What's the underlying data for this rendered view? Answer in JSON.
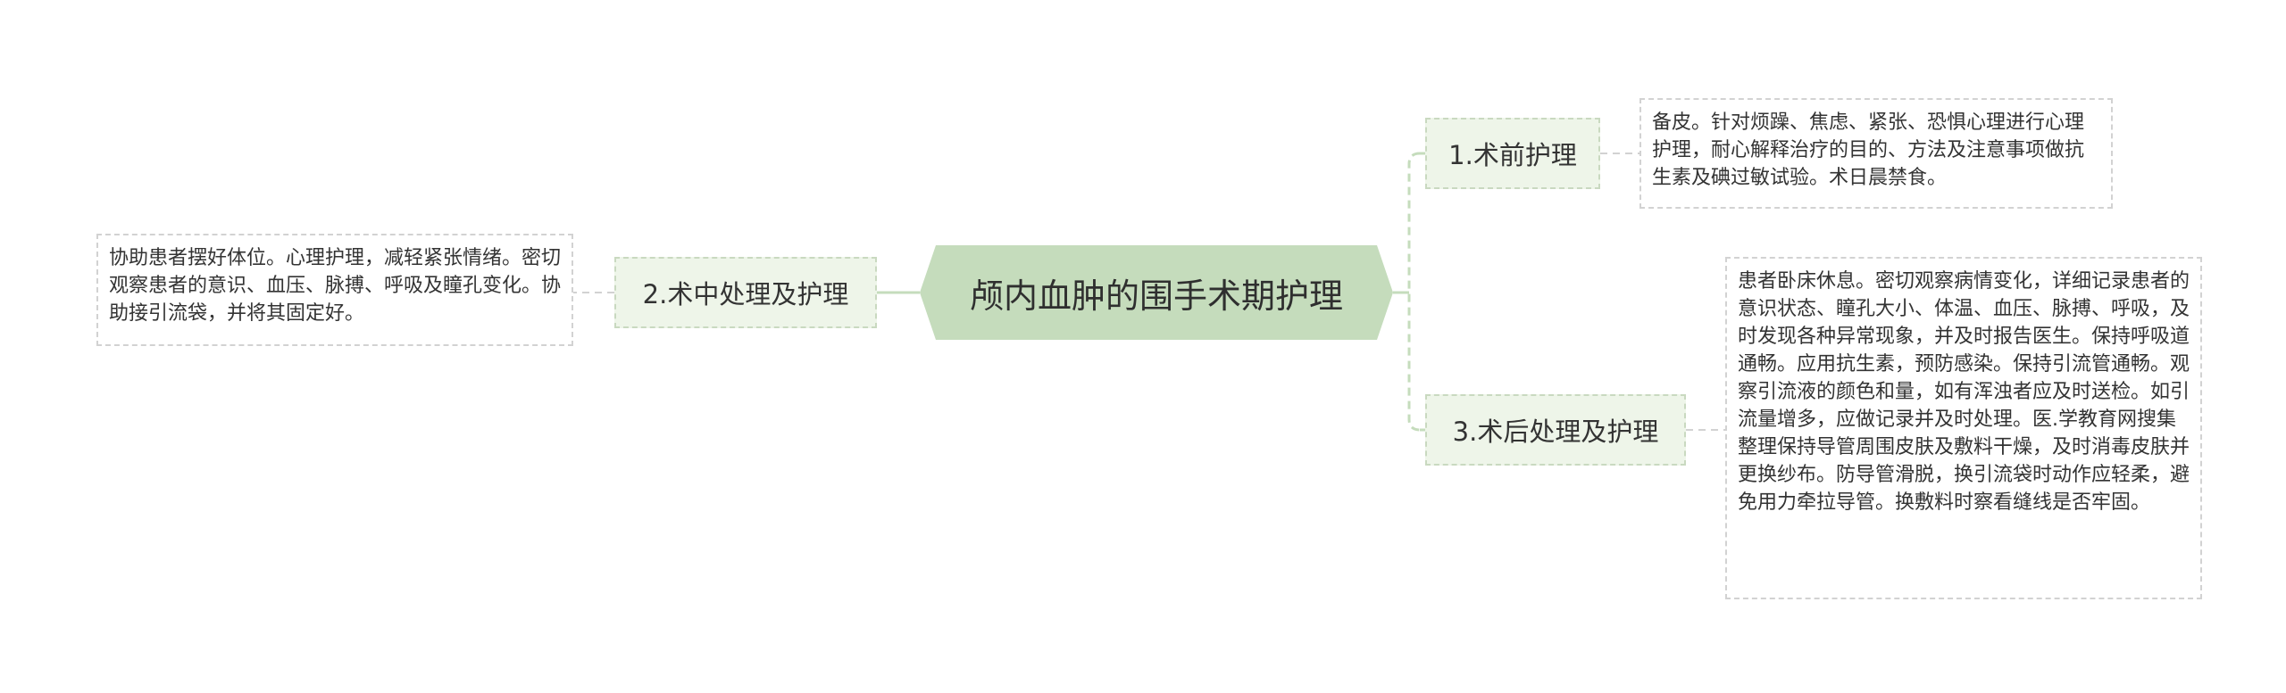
{
  "root": {
    "title": "颅内血肿的围手术期护理"
  },
  "branches": [
    {
      "label": "1.术前护理",
      "detail": "备皮。针对烦躁、焦虑、紧张、恐惧心理进行心理护理，耐心解释治疗的目的、方法及注意事项做抗生素及碘过敏试验。术日晨禁食。"
    },
    {
      "label": "2.术中处理及护理",
      "detail": "协助患者摆好体位。心理护理，减轻紧张情绪。密切观察患者的意识、血压、脉搏、呼吸及瞳孔变化。协助接引流袋，并将其固定好。"
    },
    {
      "label": "3.术后处理及护理",
      "detail": "患者卧床休息。密切观察病情变化，详细记录患者的意识状态、瞳孔大小、体温、血压、脉搏、呼吸，及时发现各种异常现象，并及时报告医生。保持呼吸道通畅。应用抗生素，预防感染。保持引流管通畅。观察引流液的颜色和量，如有浑浊者应及时送检。如引流量增多，应做记录并及时处理。医.学教育网搜集整理保持导管周围皮肤及敷料干燥，及时消毒皮肤并更换纱布。防导管滑脱，换引流袋时动作应轻柔，避免用力牵拉导管。换敷料时察看缝线是否牢固。"
    }
  ],
  "colors": {
    "root_fill": "#c5dcbc",
    "branch_fill": "#eef5e9",
    "branch_border": "#c9d9c0",
    "leaf_border": "#d2d2d2",
    "connector": "#c5dcbc"
  }
}
